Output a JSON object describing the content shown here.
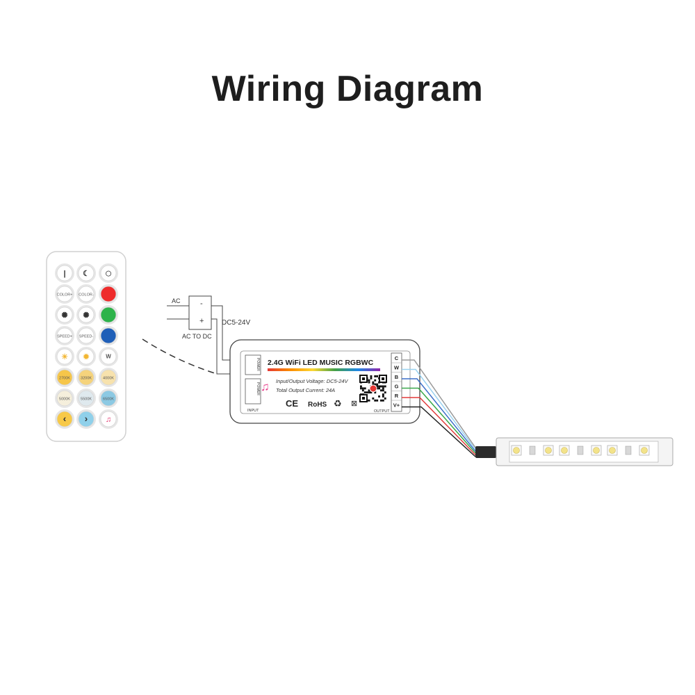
{
  "title": "Wiring Diagram",
  "remote": {
    "buttons": [
      {
        "label": "",
        "color": "#ffffff",
        "icon": "power-icon"
      },
      {
        "label": "",
        "color": "#ffffff",
        "icon": "moon-icon"
      },
      {
        "label": "",
        "color": "#ffffff",
        "icon": "circle-off-icon"
      },
      {
        "label": "COLOR+",
        "color": "#ffffff"
      },
      {
        "label": "COLOR-",
        "color": "#ffffff"
      },
      {
        "label": "",
        "color": "#ee2b2b"
      },
      {
        "label": "",
        "color": "#ffffff",
        "icon": "mode-icon"
      },
      {
        "label": "",
        "color": "#ffffff",
        "icon": "mode-icon"
      },
      {
        "label": "",
        "color": "#2db34a"
      },
      {
        "label": "SPEED+",
        "color": "#ffffff"
      },
      {
        "label": "SPEED-",
        "color": "#ffffff"
      },
      {
        "label": "",
        "color": "#1f5fb8"
      },
      {
        "label": "",
        "color": "#ffffff",
        "icon": "sun-bright-icon"
      },
      {
        "label": "",
        "color": "#ffffff",
        "icon": "sun-dim-icon"
      },
      {
        "label": "W",
        "color": "#ffffff"
      },
      {
        "label": "2700K",
        "color": "#f6c64a"
      },
      {
        "label": "3200K",
        "color": "#f5d37c"
      },
      {
        "label": "4000K",
        "color": "#f7e2ad"
      },
      {
        "label": "5000K",
        "color": "#f5efdc"
      },
      {
        "label": "5500K",
        "color": "#dfe9ee"
      },
      {
        "label": "6500K",
        "color": "#8cc9e3"
      },
      {
        "label": "",
        "color": "#f7c948",
        "icon": "left-arrow-icon"
      },
      {
        "label": "",
        "color": "#8fd0ea",
        "icon": "right-arrow-icon"
      },
      {
        "label": "",
        "color": "#ffffff",
        "icon": "music-icon"
      }
    ]
  },
  "adapter": {
    "ac_label": "AC",
    "minus": "-",
    "plus": "+",
    "name": "AC TO DC",
    "output_label": "DC5-24V"
  },
  "controller": {
    "name": "2.4G WiFi LED MUSIC RGBWC",
    "voltage": "Input/Output Voltage: DC5-24V",
    "current": "Total Output Current: 24A",
    "ce": "CE",
    "rohs": "RoHS",
    "input_label": "INPUT",
    "output_label": "OUTPUT",
    "power_label": "POWER",
    "channels": [
      "C",
      "W",
      "B",
      "G",
      "R",
      "V+"
    ]
  },
  "wires": {
    "colors": [
      "#9a9a9a",
      "#9ad2f0",
      "#3c6fc9",
      "#3aa84a",
      "#e23a3a",
      "#222222"
    ]
  }
}
